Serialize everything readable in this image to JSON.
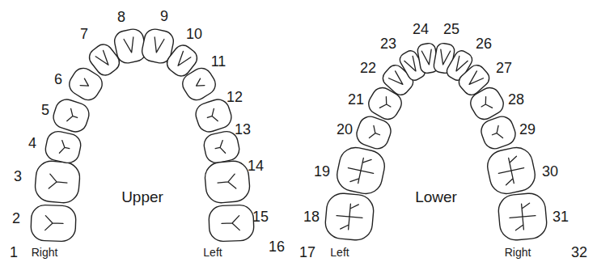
{
  "diagram": {
    "labels": [
      "1",
      "2",
      "3",
      "4",
      "5",
      "6",
      "7",
      "8",
      "9",
      "10",
      "11",
      "12",
      "13",
      "14",
      "15",
      "16",
      "Upper",
      "Right",
      "Left",
      "17",
      "18",
      "19",
      "20",
      "21",
      "22",
      "23",
      "24",
      "25",
      "26",
      "27",
      "28",
      "29",
      "30",
      "31",
      "32",
      "Lower",
      "Left",
      "Right"
    ]
  }
}
